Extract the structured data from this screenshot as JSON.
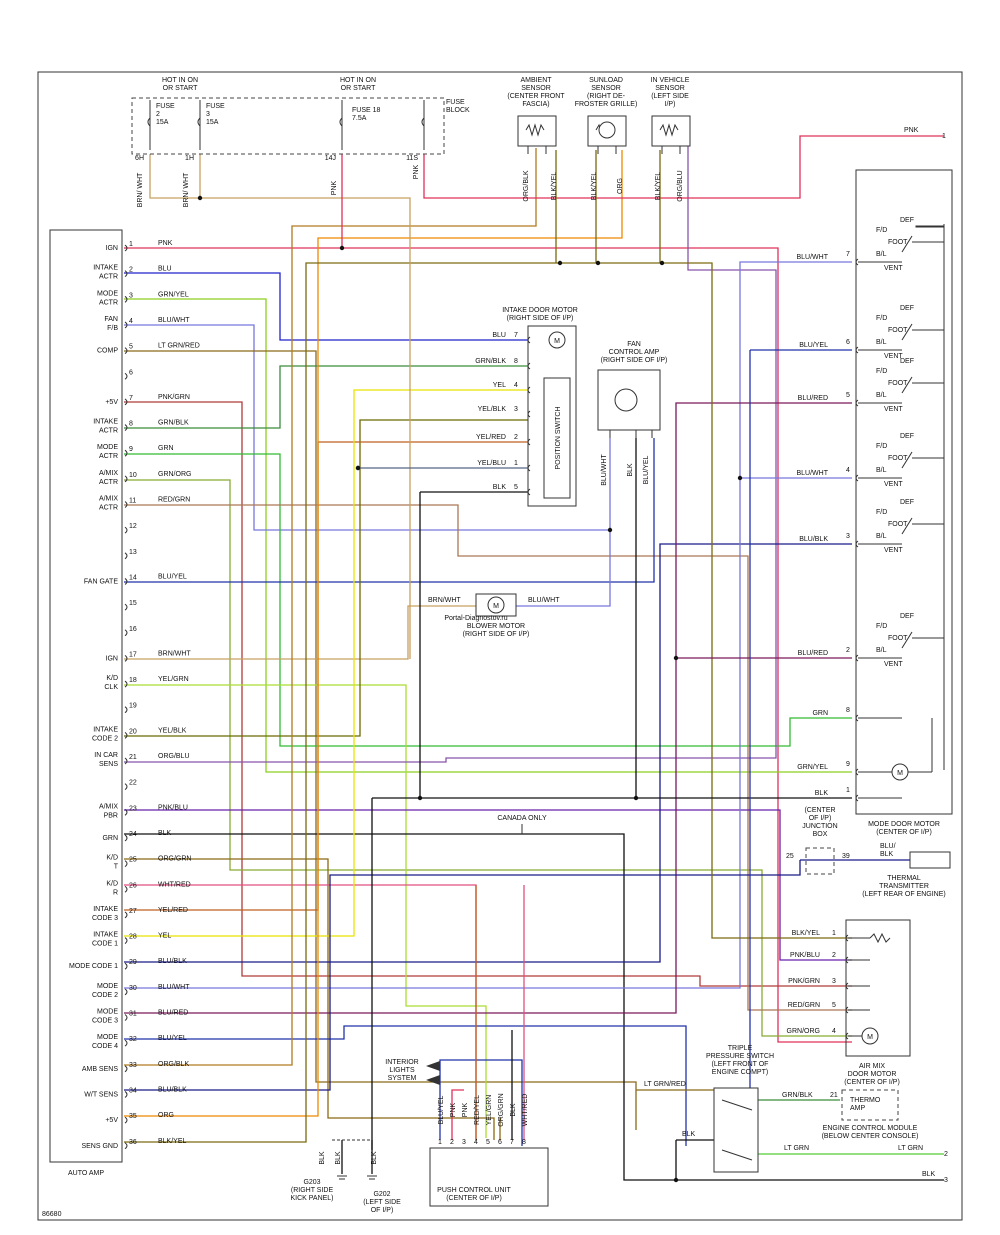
{
  "colors": {
    "PNK": "#e0305a",
    "BLU": "#2222cc",
    "GRN/YEL": "#8ccf1f",
    "BLU/WHT": "#7777dd",
    "LT GRN/RED": "#8a6a18",
    "PNK/GRN": "#b23a3a",
    "GRN/BLK": "#3c8c3c",
    "GRN": "#33bb33",
    "GRN/ORG": "#88aa33",
    "RED/GRN": "#aa7755",
    "BLU/YEL": "#2233aa",
    "BRN/WHT": "#c8a060",
    "YEL/GRN": "#aadd33",
    "YEL/BLK": "#6a6a00",
    "ORG/BLU": "#8855aa",
    "PNK/BLU": "#6622aa",
    "BLK": "#111111",
    "ORG/GRN": "#8b6914",
    "WHT/RED": "#e05080",
    "YEL/RED": "#c06020",
    "YEL": "#e8e400",
    "BLU/BLK": "#1a1a88",
    "BLU/RED": "#7a1a5a",
    "ORG/BLK": "#b07a20",
    "ORG": "#ee8800",
    "BLK/YEL": "#7a6a10",
    "LT GRN": "#55cc33",
    "YEL/BLU": "#556688",
    "BRN": "#8b5a2b",
    "DOT": "#111111"
  },
  "header": {
    "hot1": [
      "HOT IN ON",
      "OR START"
    ],
    "hot2": [
      "HOT IN ON",
      "OR START"
    ],
    "fuse2": [
      "FUSE",
      "2",
      "15A"
    ],
    "fuse3": [
      "FUSE",
      "3",
      "15A"
    ],
    "fuse18": [
      "FUSE 18",
      "7.5A"
    ],
    "fuse_block": [
      "FUSE",
      "BLOCK"
    ],
    "fuse_pins": [
      "6H",
      "1H",
      "14J",
      "11S"
    ],
    "fuse_wires": [
      "BRN/ WHT",
      "BRN/ WHT",
      "PNK",
      "PNK"
    ],
    "ambient": [
      "AMBIENT",
      "SENSOR",
      "(CENTER FRONT",
      "FASCIA)"
    ],
    "sunload": [
      "SUNLOAD",
      "SENSOR",
      "(RIGHT DE-",
      "FROSTER GRILLE)"
    ],
    "invehicle": [
      "IN VEHICLE",
      "SENSOR",
      "(LEFT SIDE",
      "I/P)"
    ],
    "sensor_wires": [
      "ORG/BLK",
      "BLK/YEL",
      "BLK/YEL",
      "ORG",
      "BLK/YEL",
      "ORG/BLU"
    ],
    "top_right_pnk": "PNK",
    "top_right_pin": "1"
  },
  "auto_amp": {
    "title": "AUTO AMP",
    "pins": [
      {
        "n": "1",
        "func": [
          "IGN"
        ],
        "wire": "PNK"
      },
      {
        "n": "2",
        "func": [
          "INTAKE",
          "ACTR"
        ],
        "wire": "BLU"
      },
      {
        "n": "3",
        "func": [
          "MODE",
          "ACTR"
        ],
        "wire": "GRN/YEL"
      },
      {
        "n": "4",
        "func": [
          "FAN",
          "F/B"
        ],
        "wire": "BLU/WHT"
      },
      {
        "n": "5",
        "func": [
          "COMP"
        ],
        "wire": "LT GRN/RED"
      },
      {
        "n": "6",
        "func": [],
        "wire": ""
      },
      {
        "n": "7",
        "func": [
          "+5V"
        ],
        "wire": "PNK/GRN"
      },
      {
        "n": "8",
        "func": [
          "INTAKE",
          "ACTR"
        ],
        "wire": "GRN/BLK"
      },
      {
        "n": "9",
        "func": [
          "MODE",
          "ACTR"
        ],
        "wire": "GRN"
      },
      {
        "n": "10",
        "func": [
          "A/MIX",
          "ACTR"
        ],
        "wire": "GRN/ORG"
      },
      {
        "n": "11",
        "func": [
          "A/MIX",
          "ACTR"
        ],
        "wire": "RED/GRN"
      },
      {
        "n": "12",
        "func": [],
        "wire": ""
      },
      {
        "n": "13",
        "func": [],
        "wire": ""
      },
      {
        "n": "14",
        "func": [
          "FAN GATE"
        ],
        "wire": "BLU/YEL"
      },
      {
        "n": "15",
        "func": [],
        "wire": ""
      },
      {
        "n": "16",
        "func": [],
        "wire": ""
      },
      {
        "n": "17",
        "func": [
          "IGN"
        ],
        "wire": "BRN/WHT"
      },
      {
        "n": "18",
        "func": [
          "K/D",
          "CLK"
        ],
        "wire": "YEL/GRN"
      },
      {
        "n": "19",
        "func": [],
        "wire": ""
      },
      {
        "n": "20",
        "func": [
          "INTAKE",
          "CODE 2"
        ],
        "wire": "YEL/BLK"
      },
      {
        "n": "21",
        "func": [
          "IN CAR",
          "SENS"
        ],
        "wire": "ORG/BLU"
      },
      {
        "n": "22",
        "func": [],
        "wire": ""
      },
      {
        "n": "23",
        "func": [
          "A/MIX",
          "PBR"
        ],
        "wire": "PNK/BLU"
      },
      {
        "n": "24",
        "func": [
          "GRN"
        ],
        "wire": "BLK"
      },
      {
        "n": "25",
        "func": [
          "K/D",
          "T"
        ],
        "wire": "ORG/GRN"
      },
      {
        "n": "26",
        "func": [
          "K/D",
          "R"
        ],
        "wire": "WHT/RED"
      },
      {
        "n": "27",
        "func": [
          "INTAKE",
          "CODE 3"
        ],
        "wire": "YEL/RED"
      },
      {
        "n": "28",
        "func": [
          "INTAKE",
          "CODE 1"
        ],
        "wire": "YEL"
      },
      {
        "n": "29",
        "func": [
          "MODE CODE 1"
        ],
        "wire": "BLU/BLK"
      },
      {
        "n": "30",
        "func": [
          "MODE",
          "CODE 2"
        ],
        "wire": "BLU/WHT"
      },
      {
        "n": "31",
        "func": [
          "MODE",
          "CODE 3"
        ],
        "wire": "BLU/RED"
      },
      {
        "n": "32",
        "func": [
          "MODE",
          "CODE 4"
        ],
        "wire": "BLU/YEL"
      },
      {
        "n": "33",
        "func": [
          "AMB SENS"
        ],
        "wire": "ORG/BLK"
      },
      {
        "n": "34",
        "func": [
          "W/T SENS"
        ],
        "wire": "BLU/BLK"
      },
      {
        "n": "35",
        "func": [
          "+5V"
        ],
        "wire": "ORG"
      },
      {
        "n": "36",
        "func": [
          "SENS GND"
        ],
        "wire": "BLK/YEL"
      }
    ]
  },
  "intake_motor": {
    "title": [
      "INTAKE DOOR MOTOR",
      "(RIGHT SIDE OF I/P)"
    ],
    "switch_label": "POSITION SWITCH",
    "pins": [
      {
        "wire": "BLU",
        "n": "7"
      },
      {
        "wire": "GRN/BLK",
        "n": "8"
      },
      {
        "wire": "YEL",
        "n": "4"
      },
      {
        "wire": "YEL/BLK",
        "n": "3"
      },
      {
        "wire": "YEL/RED",
        "n": "2"
      },
      {
        "wire": "YEL/BLU",
        "n": "1"
      },
      {
        "wire": "BLK",
        "n": "5"
      }
    ]
  },
  "fan_amp": {
    "title": [
      "FAN",
      "CONTROL AMP",
      "(RIGHT SIDE OF I/P)"
    ],
    "wires": [
      "BLU/WHT",
      "BLK",
      "BLU/YEL"
    ]
  },
  "blower": {
    "title": [
      "BLOWER MOTOR",
      "(RIGHT SIDE OF I/P)"
    ],
    "left_wire": "BRN/WHT",
    "right_wire": "BLU/WHT",
    "watermark": "Portal-Diagnostov.ru"
  },
  "mode_motor": {
    "title": [
      "MODE DOOR MOTOR",
      "(CENTER OF I/P)"
    ],
    "switch_labels": [
      "DEF",
      "F/D",
      "FOOT",
      "B/L",
      "VENT"
    ],
    "pins": [
      {
        "wire": "BLU/WHT",
        "n": "7"
      },
      {
        "wire": "BLU/YEL",
        "n": "6"
      },
      {
        "wire": "BLU/RED",
        "n": "5"
      },
      {
        "wire": "BLU/WHT",
        "n": "4"
      },
      {
        "wire": "BLU/BLK",
        "n": "3"
      },
      {
        "wire": "BLU/RED",
        "n": "2"
      },
      {
        "wire": "GRN",
        "n": "8"
      },
      {
        "wire": "GRN/YEL",
        "n": "9"
      },
      {
        "wire": "BLK",
        "n": "1"
      }
    ]
  },
  "junction": {
    "title": [
      "(CENTER",
      "OF I/P)",
      "JUNCTION",
      "BOX"
    ],
    "pins": [
      "25",
      "39"
    ],
    "wire": [
      "BLU/",
      "BLK"
    ]
  },
  "thermal": {
    "title": [
      "THERMAL",
      "TRANSMITTER",
      "(LEFT REAR OF ENGINE)"
    ]
  },
  "amix_motor": {
    "title": [
      "AIR MIX",
      "DOOR MOTOR",
      "(CENTER OF I/P)"
    ],
    "pins": [
      {
        "wire": "BLK/YEL",
        "n": "1"
      },
      {
        "wire": "PNK/BLU",
        "n": "2"
      },
      {
        "wire": "PNK/GRN",
        "n": "3"
      },
      {
        "wire": "RED/GRN",
        "n": "5"
      },
      {
        "wire": "GRN/ORG",
        "n": "4"
      }
    ]
  },
  "triple": {
    "title": [
      "TRIPLE",
      "PRESSURE SWITCH",
      "(LEFT FRONT OF",
      "ENGINE COMPT)"
    ],
    "wires": [
      "LT GRN/RED",
      "GRN/BLK",
      "BLK",
      "LT GRN",
      "BLK"
    ],
    "pins": [
      "21",
      "2",
      "3"
    ]
  },
  "ecm": {
    "amp": [
      "THERMO",
      "AMP"
    ],
    "title": [
      "ENGINE CONTROL MODULE",
      "(BELOW CENTER CONSOLE)"
    ]
  },
  "push_unit": {
    "title": [
      "PUSH CONTROL UNIT",
      "(CENTER OF I/P)"
    ],
    "pins": [
      {
        "n": "1",
        "wire": "BLU/YEL"
      },
      {
        "n": "2",
        "wire": "PNK"
      },
      {
        "n": "3",
        "wire": "PNK"
      },
      {
        "n": "4",
        "wire": "RED/YEL"
      },
      {
        "n": "5",
        "wire": "YEL/GRN"
      },
      {
        "n": "6",
        "wire": "ORG/GRN"
      },
      {
        "n": "7",
        "wire": "BLK"
      },
      {
        "n": "8",
        "wire": "WHT/RED"
      }
    ]
  },
  "interior": [
    "INTERIOR",
    "LIGHTS",
    "SYSTEM"
  ],
  "canada": "CANADA ONLY",
  "grounds": {
    "g203": [
      "G203",
      "(RIGHT SIDE",
      "KICK PANEL)"
    ],
    "g202": [
      "G202",
      "(LEFT SIDE",
      "OF I/P)"
    ],
    "wires": [
      "BLK",
      "BLK",
      "BLK"
    ]
  },
  "figure_number": "86680"
}
